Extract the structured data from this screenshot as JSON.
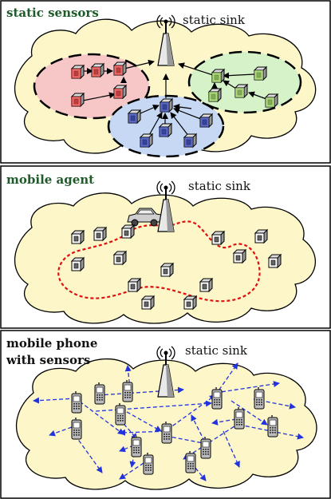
{
  "panels": [
    {
      "title": "static sensors",
      "sink_label": "static sink",
      "title_color": "#1f5a2a"
    },
    {
      "title": "mobile agent",
      "sink_label": "static sink",
      "title_color": "#1f5a2a"
    },
    {
      "title_line1": "mobile phone",
      "title_line2": "with sensors",
      "sink_label": "static sink",
      "title_color": "#111111"
    }
  ],
  "colors": {
    "cloud_fill": "#fcf6c8",
    "cluster_red": "#f7c6c6",
    "cluster_green": "#d6f2c8",
    "cluster_blue": "#c7d8f5",
    "sensor_red": "#e03030",
    "sensor_green": "#8cc84b",
    "sensor_blue": "#2a3aa8",
    "path_red": "#e01010",
    "arrow_blue": "#2233dd"
  }
}
